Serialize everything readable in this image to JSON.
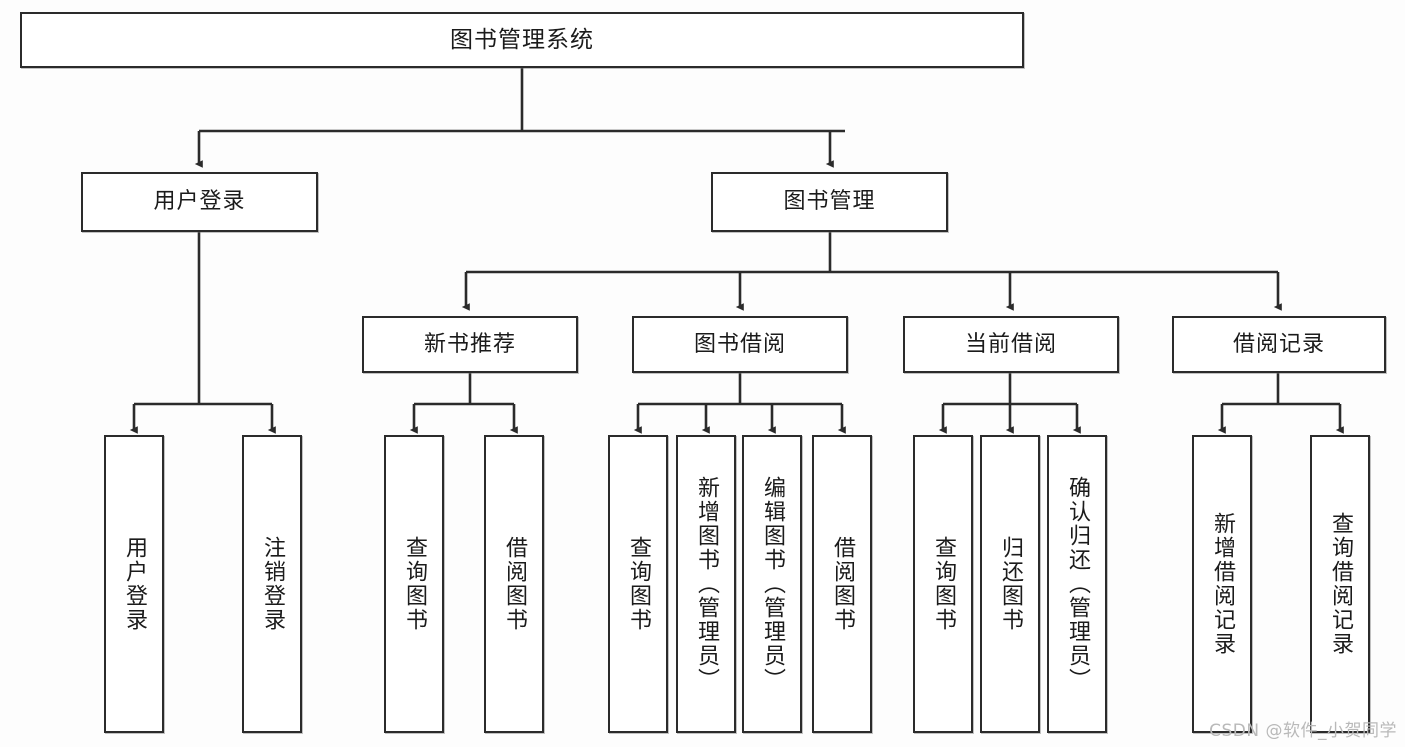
{
  "diagram": {
    "title": "图书管理系统",
    "type": "hierarchy-tree",
    "colors": {
      "box_border": "#2b2b2b",
      "box_fill": "#ffffff",
      "connector": "#2b2b2b",
      "background": "#fdfdfd",
      "watermark": "#b9b9b9"
    },
    "levels": {
      "root": {
        "label": "图书管理系统"
      },
      "level2": [
        {
          "label": "用户登录"
        },
        {
          "label": "图书管理"
        }
      ],
      "level3": [
        {
          "label": "新书推荐"
        },
        {
          "label": "图书借阅"
        },
        {
          "label": "当前借阅"
        },
        {
          "label": "借阅记录"
        }
      ],
      "leaves": [
        {
          "label": "用户登录",
          "parent": "用户登录"
        },
        {
          "label": "注销登录",
          "parent": "用户登录"
        },
        {
          "label": "查询图书",
          "parent": "新书推荐"
        },
        {
          "label": "借阅图书",
          "parent": "新书推荐"
        },
        {
          "label": "查询图书",
          "parent": "图书借阅"
        },
        {
          "label": "新增图书（管理员）",
          "parent": "图书借阅"
        },
        {
          "label": "编辑图书（管理员）",
          "parent": "图书借阅"
        },
        {
          "label": "借阅图书",
          "parent": "图书借阅"
        },
        {
          "label": "查询图书",
          "parent": "当前借阅"
        },
        {
          "label": "归还图书",
          "parent": "当前借阅"
        },
        {
          "label": "确认归还（管理员）",
          "parent": "当前借阅"
        },
        {
          "label": "新增借阅记录",
          "parent": "借阅记录"
        },
        {
          "label": "查询借阅记录",
          "parent": "借阅记录"
        }
      ]
    },
    "watermark": "CSDN @软件_小贺同学"
  }
}
